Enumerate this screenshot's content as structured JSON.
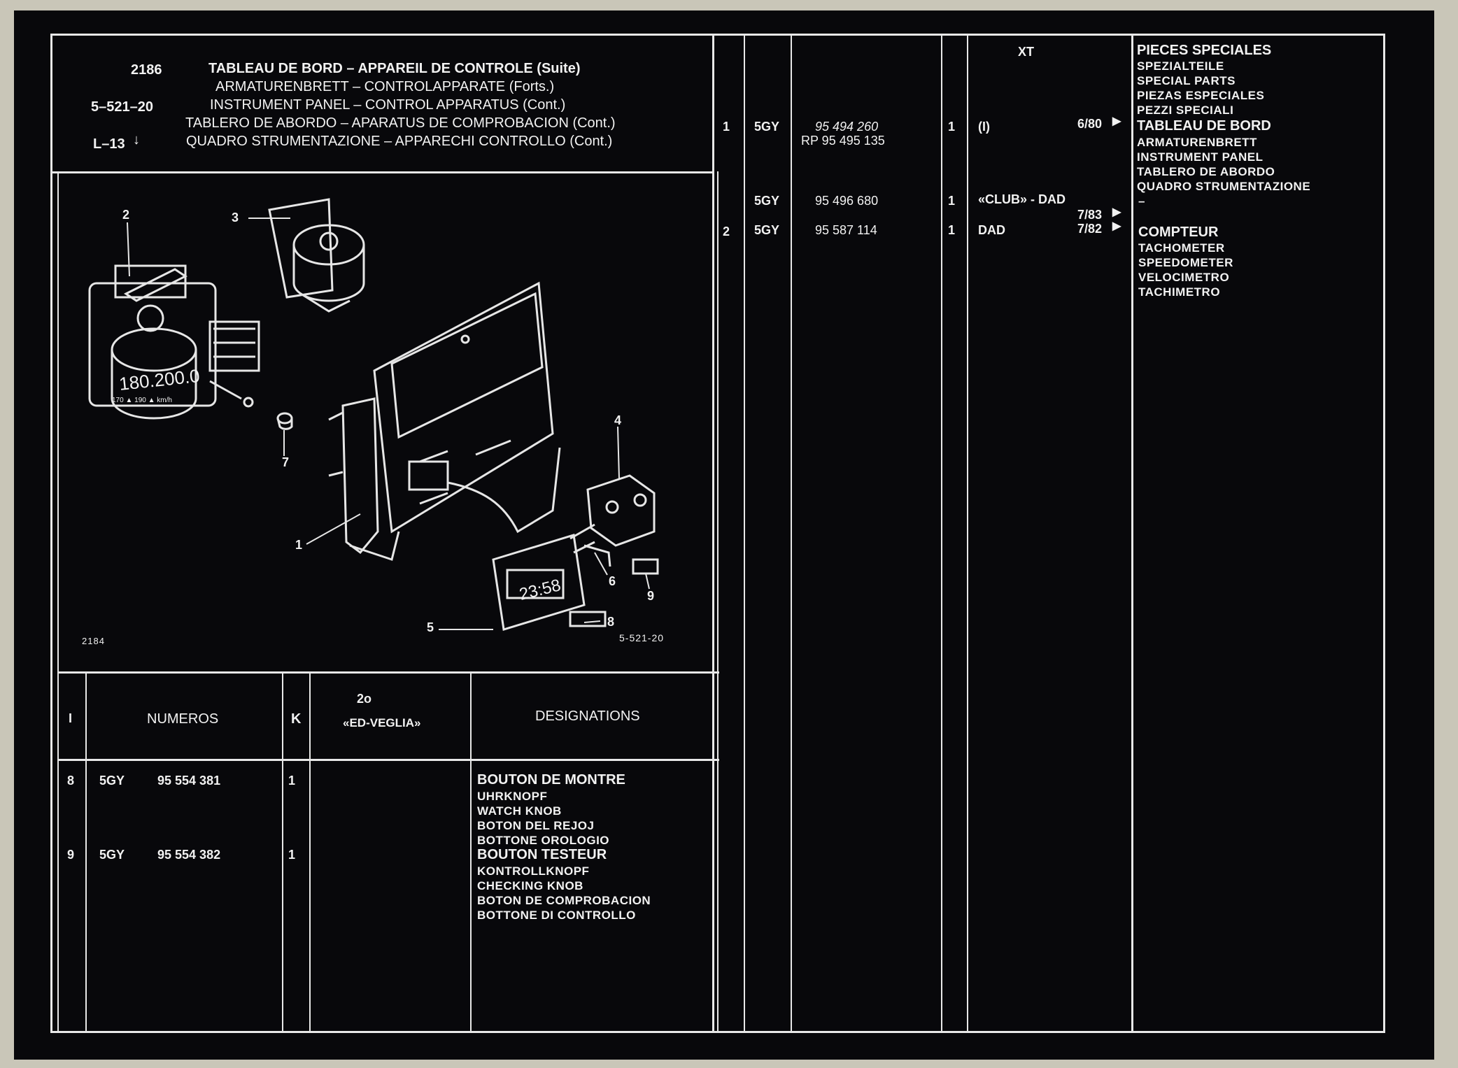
{
  "header": {
    "page_number": "2186",
    "section_code": "5–521–20",
    "index_code": "L–13",
    "titles": [
      "TABLEAU DE BORD – APPAREIL DE CONTROLE (Suite)",
      "ARMATURENBRETT – CONTROLAPPARATE (Forts.)",
      "INSTRUMENT PANEL – CONTROL APPARATUS (Cont.)",
      "TABLERO DE ABORDO – APARATUS DE COMPROBACION (Cont.)",
      "QUADRO STRUMENTAZIONE – APPARECHI CONTROLLO (Cont.)"
    ]
  },
  "diagram": {
    "callouts": [
      "1",
      "2",
      "3",
      "4",
      "5",
      "6",
      "7",
      "8",
      "9"
    ],
    "figure_number": "2184",
    "figure_ref": "5-521-20",
    "speedo_text": "180.200.0",
    "speedo_subtext": "170 ▲ 190 ▲ km/h",
    "clock_text": "23:58"
  },
  "lower_table": {
    "headers": {
      "index": "I",
      "numeros": "NUMEROS",
      "k": "K",
      "variant_top": "2o",
      "variant_bottom": "«ED-VEGLIA»",
      "designations": "DESIGNATIONS"
    },
    "rows": [
      {
        "index": "8",
        "code": "5GY",
        "number": "95 554 381",
        "qty": "1",
        "designations": [
          "BOUTON DE MONTRE",
          "UHRKNOPF",
          "WATCH KNOB",
          "BOTON DEL REJOJ",
          "BOTTONE OROLOGIO"
        ]
      },
      {
        "index": "9",
        "code": "5GY",
        "number": "95 554 382",
        "qty": "1",
        "designations": [
          "BOUTON TESTEUR",
          "KONTROLLKNOPF",
          "CHECKING KNOB",
          "BOTON DE COMPROBACION",
          "BOTTONE DI CONTROLLO"
        ]
      }
    ]
  },
  "right_table": {
    "xt_header": "XT",
    "rows": [
      {
        "index": "1",
        "code": "5GY",
        "number": "95 494 260",
        "number_alt": "RP 95 495 135",
        "qty": "1",
        "model": "(I)",
        "date": "6/80"
      },
      {
        "index": "",
        "code": "5GY",
        "number": "95 496 680",
        "number_alt": "",
        "qty": "1",
        "model": "«CLUB» - DAD",
        "date": "7/83"
      },
      {
        "index": "2",
        "code": "5GY",
        "number": "95 587 114",
        "qty": "1",
        "model": "DAD",
        "date": "7/82"
      }
    ],
    "special_parts": [
      "PIECES SPECIALES",
      "SPEZIALTEILE",
      "SPECIAL PARTS",
      "PIEZAS ESPECIALES",
      "PEZZI SPECIALI"
    ],
    "panel_names": [
      "TABLEAU DE BORD",
      "ARMATURENBRETT",
      "INSTRUMENT PANEL",
      "TABLERO DE ABORDO",
      "QUADRO STRUMENTAZIONE",
      "–"
    ],
    "counter_names": [
      "COMPTEUR",
      "TACHOMETER",
      "SPEEDOMETER",
      "VELOCIMETRO",
      "TACHIMETRO"
    ],
    "marker": "▶"
  }
}
